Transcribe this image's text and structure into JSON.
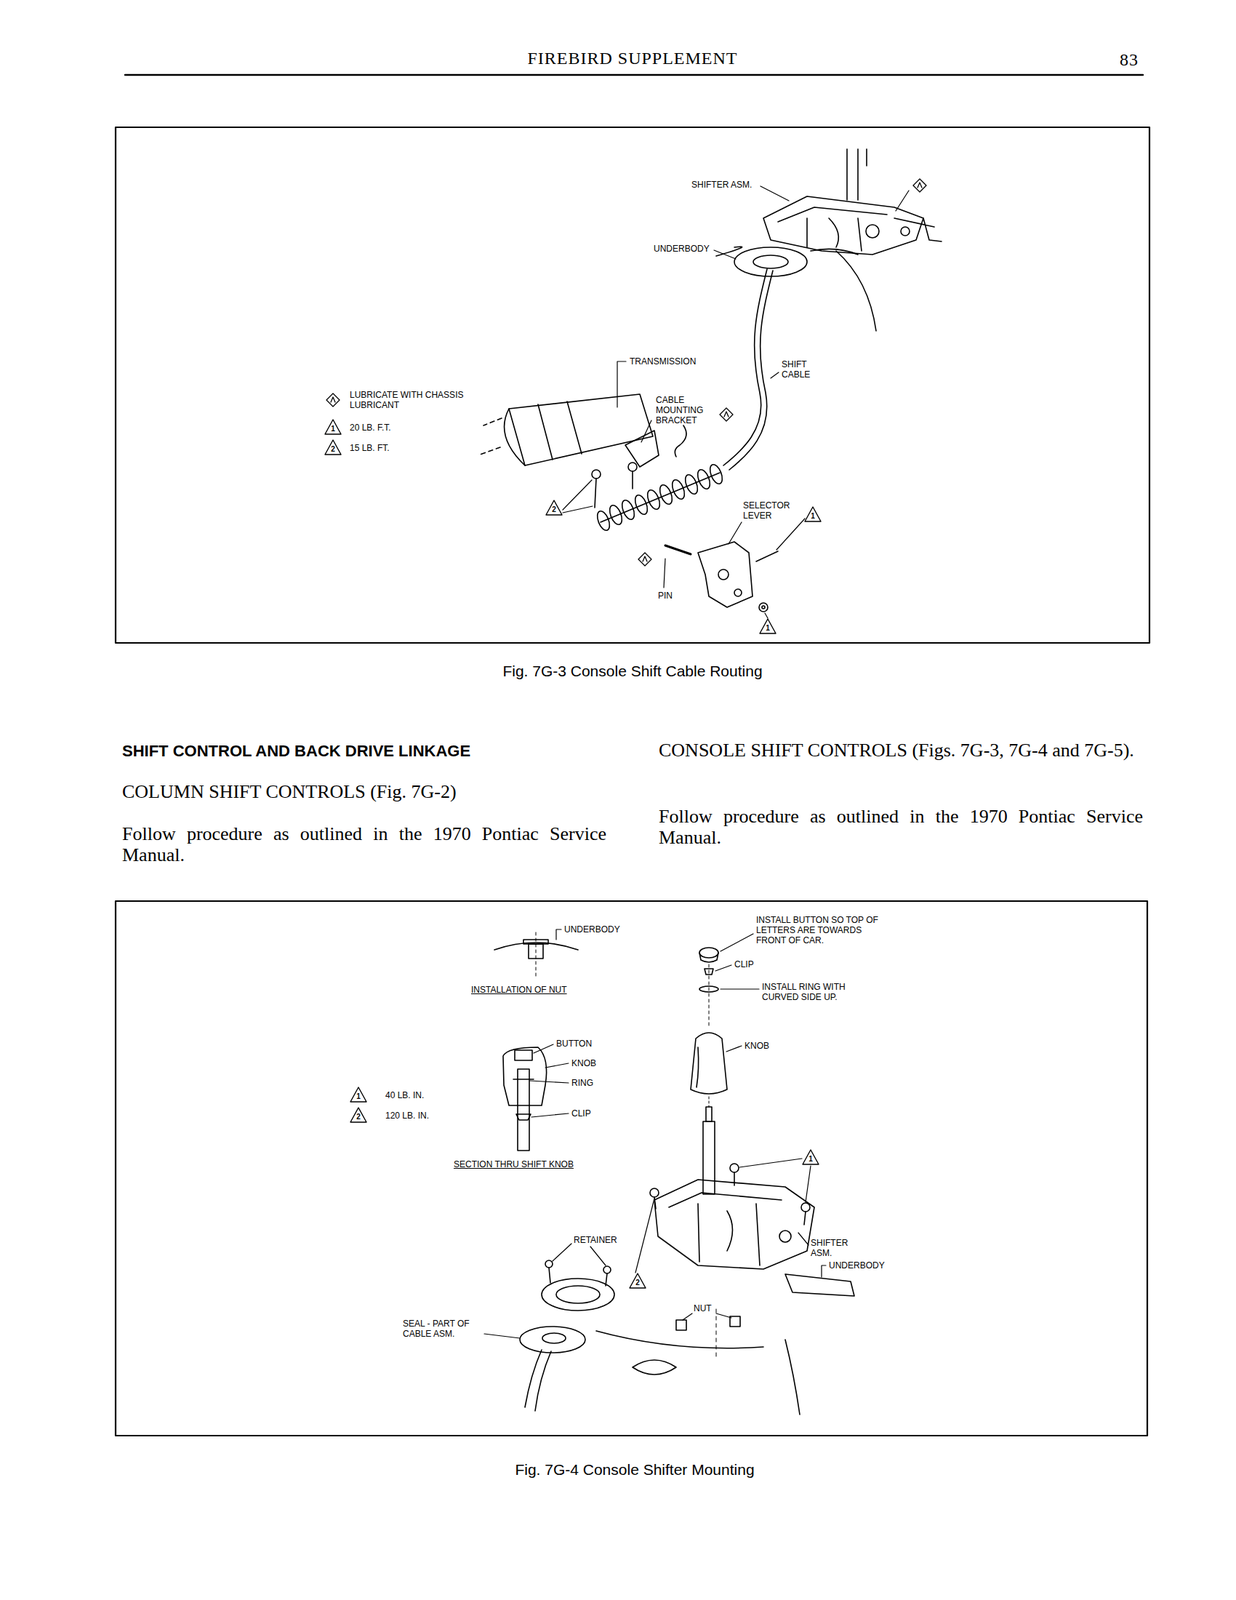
{
  "diagram": {
    "title": "FIREBIRD SUPPLEMENT",
    "labels": [
      "83",
      "SHIFTER ASM.",
      "UNDERBODY",
      "TRANSMISSION",
      "SHIFT CABLE",
      "CABLE MOUNTING BRACKET",
      "1",
      "2",
      "SELECTOR LEVER",
      "2",
      "1",
      "PIN",
      "1",
      "Fig. 7G-3 Console Shift Cable Routing",
      "SHIFT CONTROL AND BACK DRIVE LINKAGE",
      "COLUMN SHIFT CONTROLS (Fig. 7G-2)",
      "Follow procedure as outlined in the 1970 Pontiac Service Manual.",
      "CONSOLE SHIFT CONTROLS (Figs. 7G-3, 7G-4 and 7G-5).",
      "Follow procedure as outlined in the 1970 Pontiac Service Manual.",
      "UNDERBODY",
      "INSTALL BUTTON SO TOP OF LETTERS ARE TOWARDS FRONT OF CAR.",
      "CLIP",
      "INSTALLATION OF NUT",
      "INSTALL RING WITH CURVED SIDE UP.",
      "BUTTON",
      "KNOB",
      "KNOB",
      "RING",
      "1",
      "2",
      "CLIP",
      "SECTION THRU SHIFT KNOB",
      "1",
      "RETAINER",
      "SHIFTER ASM.",
      "2",
      "UNDERBODY",
      "NUT",
      "SEAL - PART OF CABLE ASM.",
      "Fig. 7G-4 Console Shifter Mounting"
    ],
    "legend": [
      {
        "text": "LUBRICATE WITH CHASSIS LUBRICANT"
      },
      {
        "text": "20 LB. F.T."
      },
      {
        "text": "15 LB. FT."
      },
      {
        "text": "40 LB. IN."
      },
      {
        "text": "120 LB. IN."
      }
    ]
  }
}
